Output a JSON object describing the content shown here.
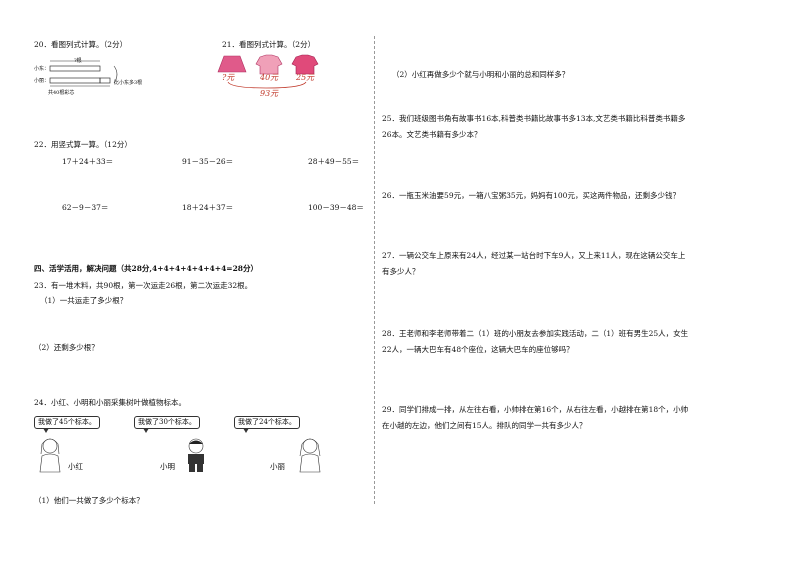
{
  "left": {
    "q20": {
      "title": "20．看图列式计算。（2分）",
      "top_label": "?根",
      "row1_label": "小东：",
      "row2_label": "小丽：",
      "right_label": "比小东多3根",
      "bottom_label": "共40根彩芯"
    },
    "q21": {
      "title": "21．看图列式计算。（2分）",
      "price1": "?元",
      "price2": "40元",
      "price3": "25元",
      "total": "93元"
    },
    "q22": {
      "title": "22．用竖式算一算。（12分）",
      "row1": [
        "17＋24＋33＝",
        "91－35－26＝",
        "28＋49－55＝"
      ],
      "row2": [
        "62－9－37＝",
        "18＋24＋37＝",
        "100－39－48＝"
      ]
    },
    "section4": "四、活学活用，解决问题（共28分,4+4+4+4+4+4+4=28分）",
    "q23": {
      "line": "23．有一堆木料，共90根，第一次运走26根，第二次运走32根。",
      "sub1": "（1）一共运走了多少根？",
      "sub2": "（2）还剩多少根？"
    },
    "q24": {
      "line": "24．小红、小明和小丽采集树叶做植物标本。",
      "bubble1": "我做了45个标本。",
      "bubble2": "我做了30个标本。",
      "bubble3": "我做了24个标本。",
      "name1": "小红",
      "name2": "小明",
      "name3": "小丽",
      "sub1": "（1）他们一共做了多少个标本？"
    }
  },
  "right": {
    "q24_sub2": "（2）小红再做多少个就与小明和小丽的总和同样多？",
    "q25": [
      "25．我们班级图书角有故事书16本,科普类书籍比故事书多13本,文艺类书籍比科普类书籍多",
      "26本。文艺类书籍有多少本？"
    ],
    "q26": [
      "26．一瓶玉米油要59元，一箱八宝粥35元，妈妈有100元，买这两件物品，还剩多少钱？"
    ],
    "q27": [
      "27．一辆公交车上原来有24人，经过某一站台时下车9人，又上来11人，现在这辆公交车上",
      "有多少人？"
    ],
    "q28": [
      "28．王老师和李老师带着二（1）班的小朋友去参加实践活动，二（1）班有男生25人，女生",
      "22人，一辆大巴车有48个座位，这辆大巴车的座位够吗？"
    ],
    "q29": [
      "29．同学们排成一排，从左往右看，小帅排在第16个，从右往左看，小越排在第18个，小帅",
      "在小越的左边，他们之间有15人。排队的同学一共有多少人？"
    ]
  },
  "colors": {
    "skirt": "#e05a8a",
    "price": "#c0392b"
  }
}
